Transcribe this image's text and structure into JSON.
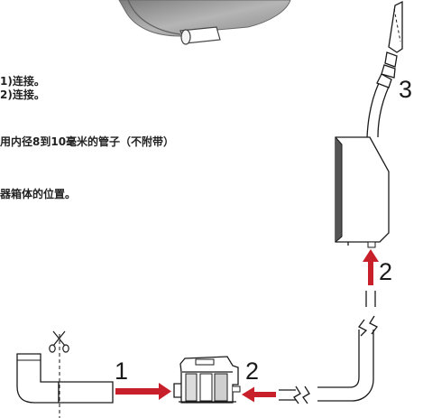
{
  "instructions": [
    "1)连接。",
    "2)连接。",
    "用内径8到10毫米的管子（不附带）",
    "器箱体的位置。"
  ],
  "callouts": {
    "step_1": "1",
    "step_2_bottom": "2",
    "step_2_right": "2",
    "step_3": "3"
  },
  "colors": {
    "arrow": "#c8202a",
    "line": "#1a1a1a",
    "part_fill": "#ffffff",
    "part_shadow": "#cfcfcf"
  },
  "icons": {
    "cut": "scissors-icon"
  }
}
